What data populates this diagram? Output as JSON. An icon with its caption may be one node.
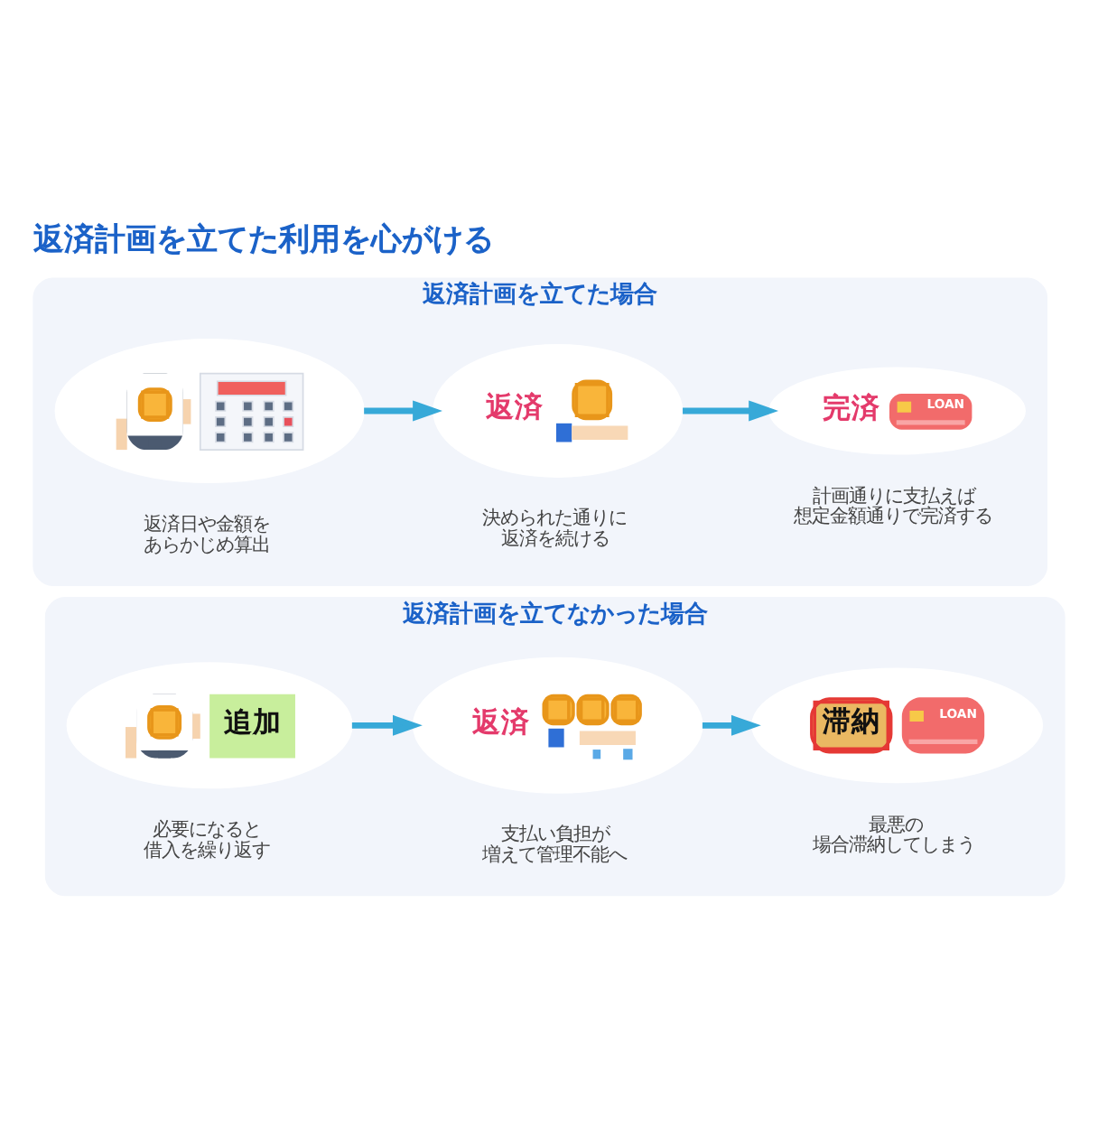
{
  "diagram": {
    "title": "返済計画を立てた利用を心がける",
    "nodes": [
      {
        "text": [
          "返済計画を立てた場合"
        ]
      },
      {
        "text": [],
        "shape": "ellipse",
        "in": 0,
        "beside": [
          "返済日や金額をあらかじめ算出"
        ]
      },
      {
        "text": [
          "返済"
        ],
        "in": 0,
        "beside": [
          "決められた通りに返済を続ける"
        ]
      },
      {
        "text": [
          "完済",
          "LOAN"
        ],
        "in": 0,
        "beside": [
          "計画通りに支払えば想定金額通りで完済する"
        ]
      },
      {
        "text": [
          "返済計画を立てなかった場合"
        ]
      },
      {
        "text": [
          "追加"
        ],
        "in": 4,
        "beside": [
          "必要になると借入を繰り返す"
        ]
      },
      {
        "text": [
          "返済"
        ],
        "in": 4,
        "beside": [
          "支払い負担が増えて管理不能へ"
        ]
      },
      {
        "text": [
          "滞納",
          "LOAN"
        ],
        "in": 4,
        "beside": [
          "最悪の場合滞納してしまう"
        ]
      }
    ],
    "edges": [
      {
        "from": 1,
        "to": 2,
        "arrow": "to"
      },
      {
        "from": 2,
        "to": 3,
        "arrow": "to"
      },
      {
        "from": 5,
        "to": 6,
        "arrow": "to"
      },
      {
        "from": 6,
        "to": 7,
        "arrow": "to"
      }
    ]
  }
}
